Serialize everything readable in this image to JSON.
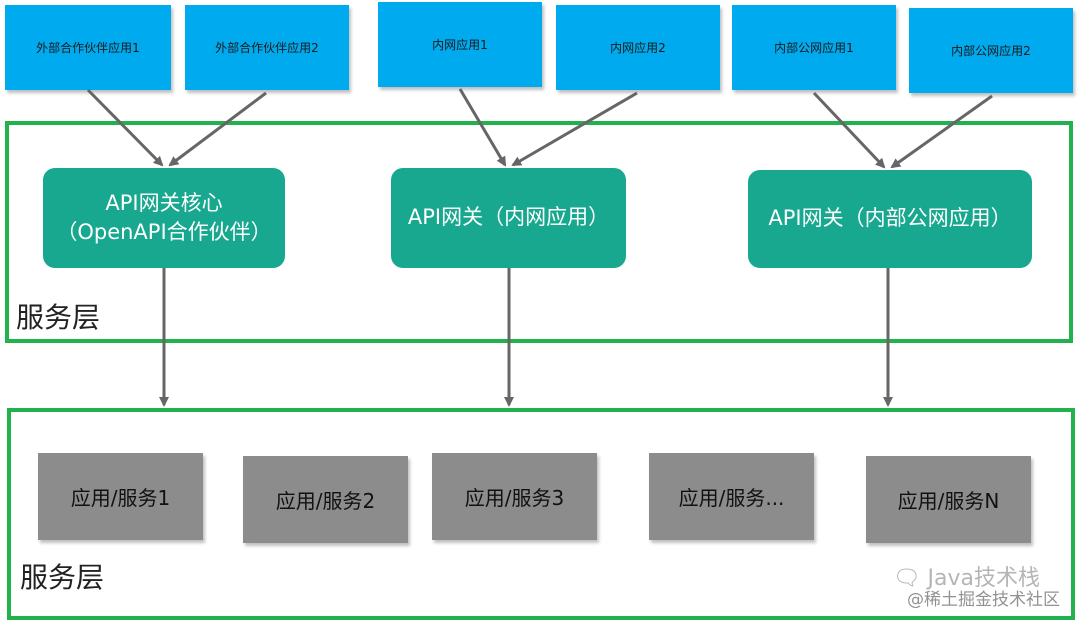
{
  "apps": [
    {
      "label": "外部合作伙伴应用1"
    },
    {
      "label": "外部合作伙伴应用2"
    },
    {
      "label": "内网应用1"
    },
    {
      "label": "内网应用2"
    },
    {
      "label": "内部公网应用1"
    },
    {
      "label": "内部公网应用2"
    }
  ],
  "gateways": [
    {
      "label": "API网关核心（OpenAPI合作伙伴）"
    },
    {
      "label": "API网关（内网应用）"
    },
    {
      "label": "API网关（内部公网应用）"
    }
  ],
  "service_layer_label": "服务层",
  "app_layer_label": "服务层",
  "services": [
    {
      "label": "应用/服务1"
    },
    {
      "label": "应用/服务2"
    },
    {
      "label": "应用/服务3"
    },
    {
      "label": "应用/服务..."
    },
    {
      "label": "应用/服务N"
    }
  ],
  "watermark": {
    "line1": "Java技术栈",
    "line2": "@稀土掘金技术社区"
  },
  "colors": {
    "app_blue": "#00aaef",
    "gateway_teal": "#17a88f",
    "border_green": "#22b14c",
    "service_gray": "#8c8c8c",
    "arrow_gray": "#666666"
  }
}
